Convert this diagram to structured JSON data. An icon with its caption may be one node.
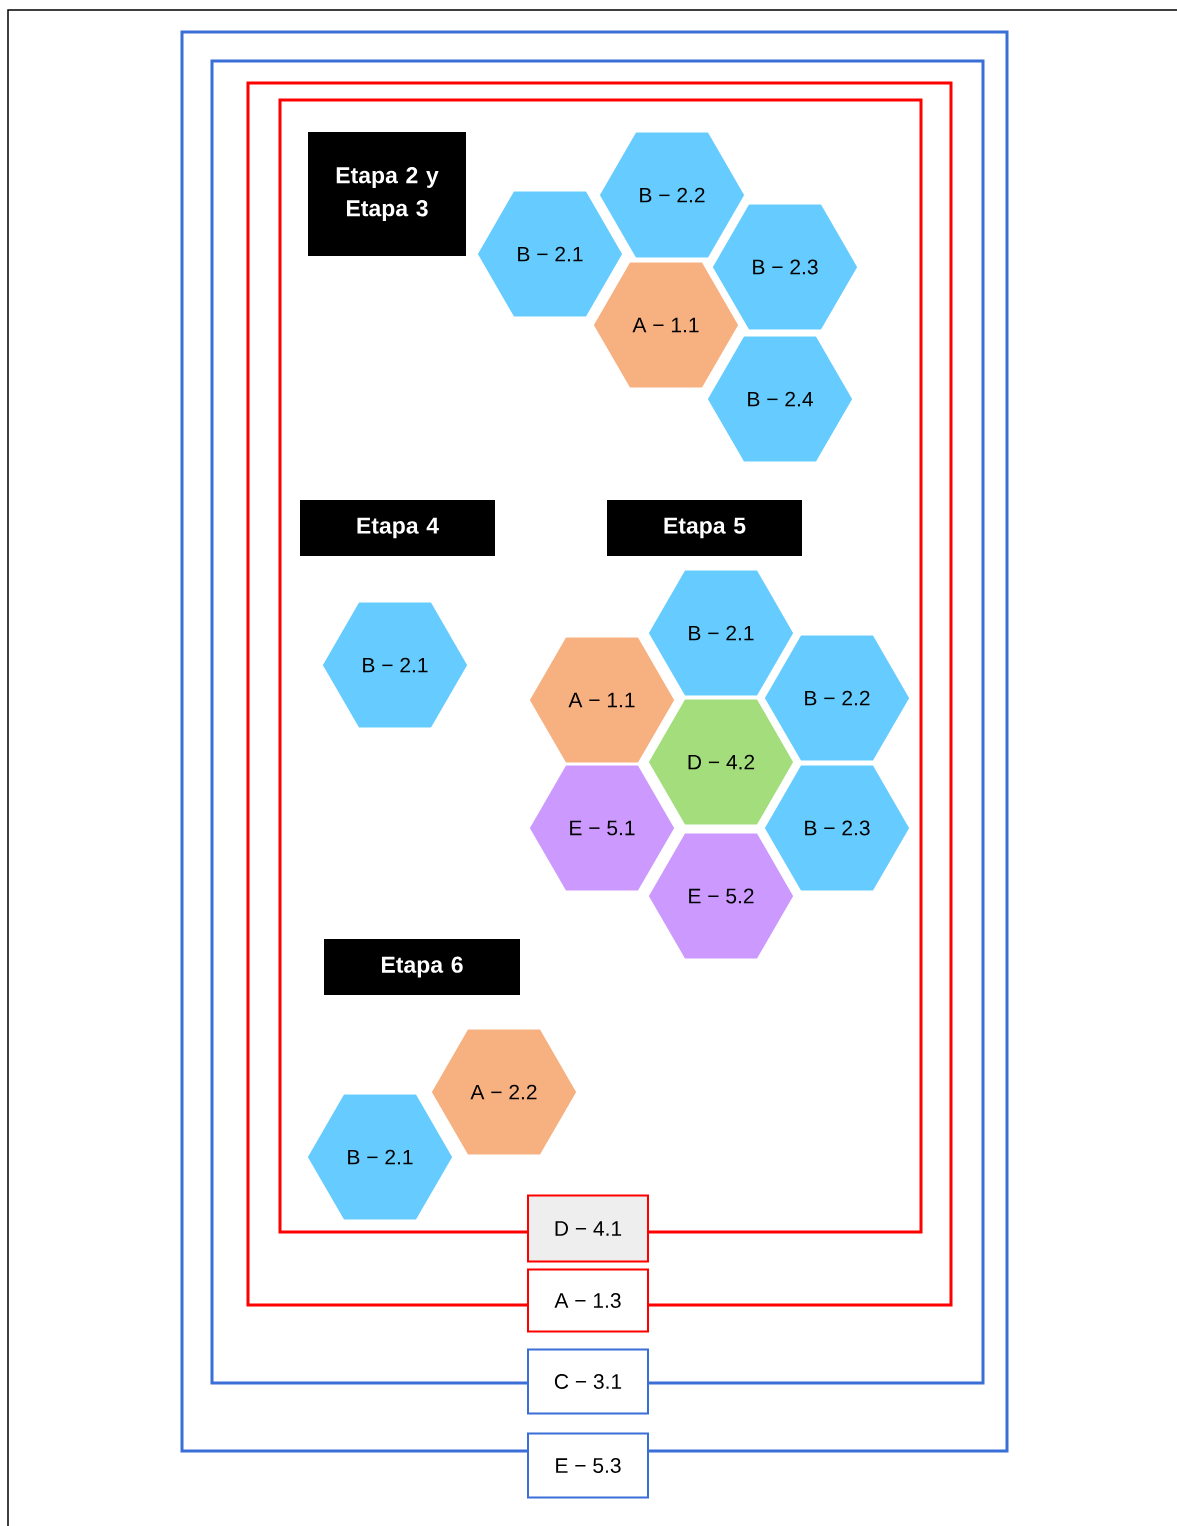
{
  "diagram": {
    "nodes": [
      {
        "text": [
          "E − 5.3"
        ]
      },
      {
        "text": [
          "C − 3.1"
        ],
        "in": 0
      },
      {
        "text": [
          "A − 1.3"
        ],
        "in": 1
      },
      {
        "text": [
          "D − 4.1"
        ],
        "in": 2
      },
      {
        "text": [
          "Etapa 2 y Etapa 3"
        ],
        "in": 3
      },
      {
        "text": [
          "B − 2.2"
        ],
        "in": 3
      },
      {
        "text": [
          "B − 2.1"
        ],
        "in": 3
      },
      {
        "text": [
          "B − 2.3"
        ],
        "in": 3
      },
      {
        "text": [
          "A − 1.1"
        ],
        "in": 3
      },
      {
        "text": [
          "B − 2.4"
        ],
        "in": 3
      },
      {
        "text": [
          "Etapa 4"
        ],
        "in": 3
      },
      {
        "text": [
          "Etapa 5"
        ],
        "in": 3
      },
      {
        "text": [
          "B − 2.1"
        ],
        "in": 3
      },
      {
        "text": [
          "B − 2.1"
        ],
        "in": 3
      },
      {
        "text": [
          "A − 1.1"
        ],
        "in": 3
      },
      {
        "text": [
          "B − 2.2"
        ],
        "in": 3
      },
      {
        "text": [
          "D − 4.2"
        ],
        "in": 3
      },
      {
        "text": [
          "E − 5.1"
        ],
        "in": 3
      },
      {
        "text": [
          "B − 2.3"
        ],
        "in": 3
      },
      {
        "text": [
          "E − 5.2"
        ],
        "in": 3
      },
      {
        "text": [
          "Etapa 6"
        ],
        "in": 3
      },
      {
        "text": [
          "A − 2.2"
        ],
        "in": 3
      },
      {
        "text": [
          "B − 2.1"
        ],
        "in": 3
      }
    ]
  }
}
